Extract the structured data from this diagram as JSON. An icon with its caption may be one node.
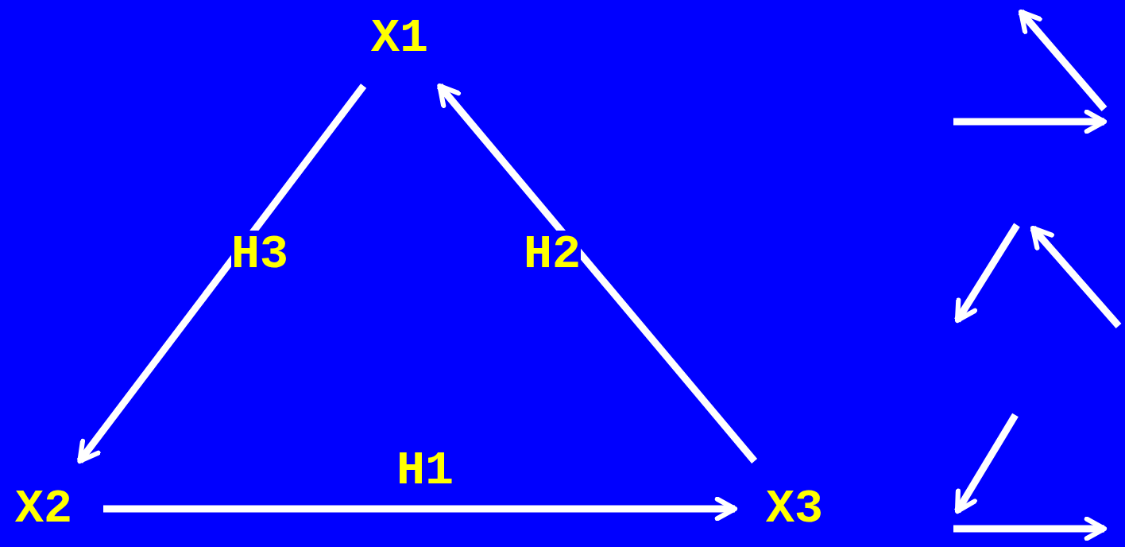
{
  "diagram": {
    "nodes": [
      {
        "text": [
          "X1"
        ]
      },
      {
        "text": [
          "X2"
        ]
      },
      {
        "text": [
          "X3"
        ]
      }
    ],
    "edges": [
      {
        "from": 1,
        "to": 2,
        "arrow": "to",
        "label": "H1"
      },
      {
        "from": 2,
        "to": 0,
        "arrow": "to",
        "label": "H2"
      },
      {
        "from": 0,
        "to": 1,
        "arrow": "to",
        "label": "H3"
      }
    ]
  }
}
